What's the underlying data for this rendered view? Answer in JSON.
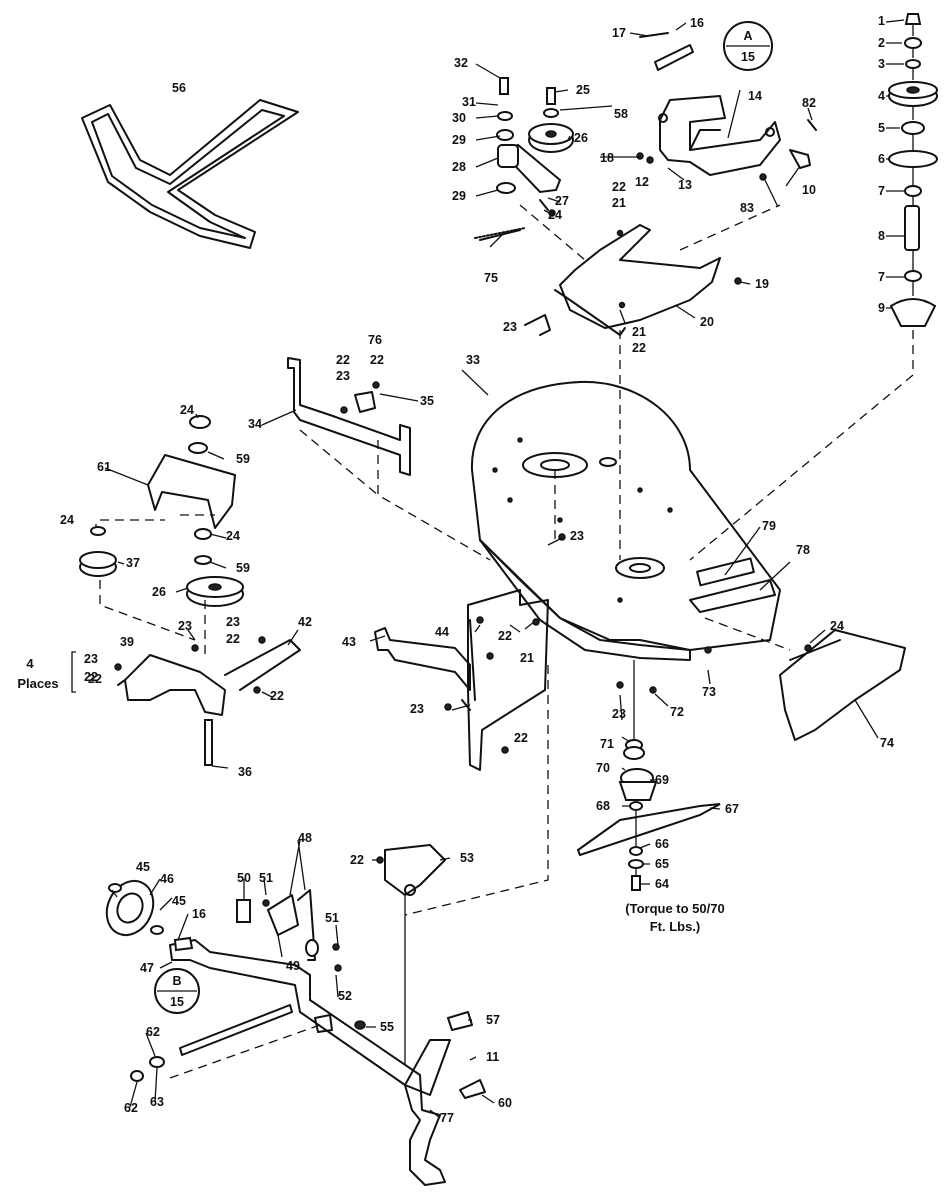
{
  "callouts": {
    "c1": "1",
    "c2": "2",
    "c3": "3",
    "c4": "4",
    "c5": "5",
    "c6": "6",
    "c7a": "7",
    "c8": "8",
    "c7b": "7",
    "c9": "9",
    "c10": "10",
    "c11": "11",
    "c12": "12",
    "c13": "13",
    "c14": "14",
    "c16a": "16",
    "c16b": "16",
    "c17": "17",
    "c18": "18",
    "c19": "19",
    "c20": "20",
    "c21a": "21",
    "c21b": "21",
    "c21c": "21",
    "c22a": "22",
    "c22b": "22",
    "c22c": "22",
    "c22d": "22",
    "c22e": "22",
    "c22f": "22",
    "c22g": "22",
    "c22h": "22",
    "c22i": "22",
    "c22j": "22",
    "c23a": "23",
    "c23b": "23",
    "c23c": "23",
    "c23d": "23",
    "c23e": "23",
    "c23f": "23",
    "c23g": "23",
    "c24a": "24",
    "c24b": "24",
    "c24c": "24",
    "c24d": "24",
    "c24e": "24",
    "c25": "25",
    "c26a": "26",
    "c26b": "26",
    "c27": "27",
    "c28": "28",
    "c29a": "29",
    "c29b": "29",
    "c30": "30",
    "c31": "31",
    "c32": "32",
    "c33": "33",
    "c34": "34",
    "c35": "35",
    "c36": "36",
    "c37": "37",
    "c39": "39",
    "c42": "42",
    "c43": "43",
    "c44": "44",
    "c45a": "45",
    "c45b": "45",
    "c46": "46",
    "c47": "47",
    "c48": "48",
    "c49": "49",
    "c50": "50",
    "c51a": "51",
    "c51b": "51",
    "c52": "52",
    "c53": "53",
    "c55": "55",
    "c56": "56",
    "c57": "57",
    "c58": "58",
    "c59a": "59",
    "c59b": "59",
    "c60": "60",
    "c61": "61",
    "c62a": "62",
    "c62b": "62",
    "c63": "63",
    "c64": "64",
    "c65": "65",
    "c66": "66",
    "c67": "67",
    "c68": "68",
    "c69": "69",
    "c70": "70",
    "c71": "71",
    "c72": "72",
    "c73": "73",
    "c74": "74",
    "c75": "75",
    "c76": "76",
    "c77": "77",
    "c78": "78",
    "c79": "79",
    "c82": "82",
    "c83": "83"
  },
  "reference_a": {
    "letter": "A",
    "page": "15"
  },
  "reference_b": {
    "letter": "B",
    "page": "15"
  },
  "four_places": {
    "count": "4",
    "word": "Places",
    "top": "23",
    "bottom": "22"
  },
  "torque_note": {
    "line1": "(Torque to 50/70",
    "line2": "Ft. Lbs.)"
  }
}
